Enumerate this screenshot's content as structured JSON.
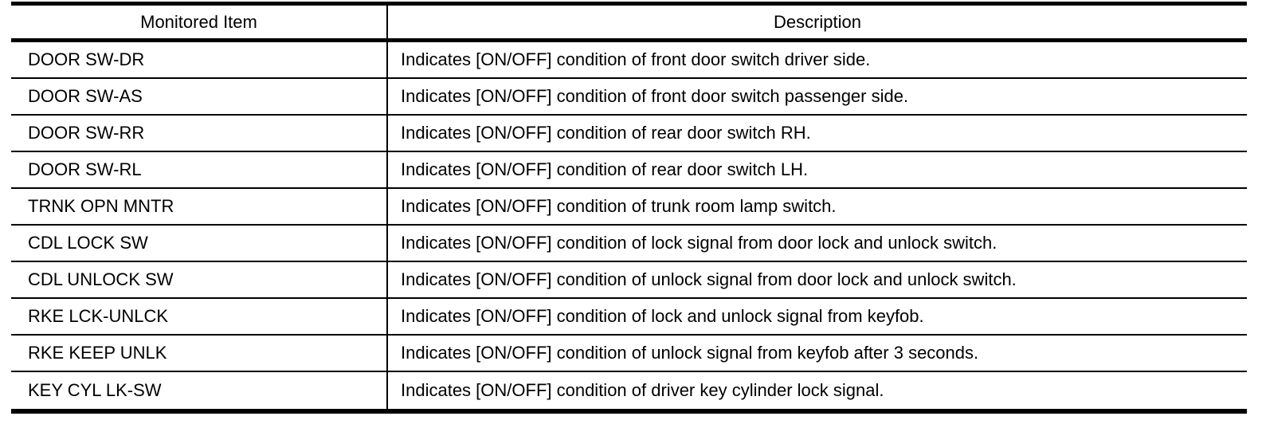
{
  "colors": {
    "background": "#ffffff",
    "text": "#000000",
    "border": "#000000"
  },
  "table": {
    "headers": {
      "item": "Monitored Item",
      "description": "Description"
    },
    "rows": [
      {
        "item": "DOOR SW-DR",
        "description": "Indicates [ON/OFF] condition of front door switch driver side."
      },
      {
        "item": "DOOR SW-AS",
        "description": "Indicates [ON/OFF] condition of front door switch passenger side."
      },
      {
        "item": "DOOR SW-RR",
        "description": "Indicates [ON/OFF] condition of rear door switch RH."
      },
      {
        "item": "DOOR SW-RL",
        "description": "Indicates [ON/OFF] condition of rear door switch LH."
      },
      {
        "item": "TRNK OPN MNTR",
        "description": "Indicates [ON/OFF] condition of trunk room lamp switch."
      },
      {
        "item": "CDL LOCK SW",
        "description": "Indicates [ON/OFF] condition of lock signal from door lock and unlock switch."
      },
      {
        "item": "CDL UNLOCK SW",
        "description": "Indicates [ON/OFF] condition of unlock signal from door lock and unlock switch."
      },
      {
        "item": "RKE LCK-UNLCK",
        "description": "Indicates [ON/OFF] condition of lock and unlock signal from keyfob."
      },
      {
        "item": "RKE KEEP UNLK",
        "description": "Indicates [ON/OFF] condition of unlock signal from keyfob after 3 seconds."
      },
      {
        "item": "KEY CYL LK-SW",
        "description": "Indicates [ON/OFF] condition of driver key cylinder lock signal."
      }
    ]
  }
}
